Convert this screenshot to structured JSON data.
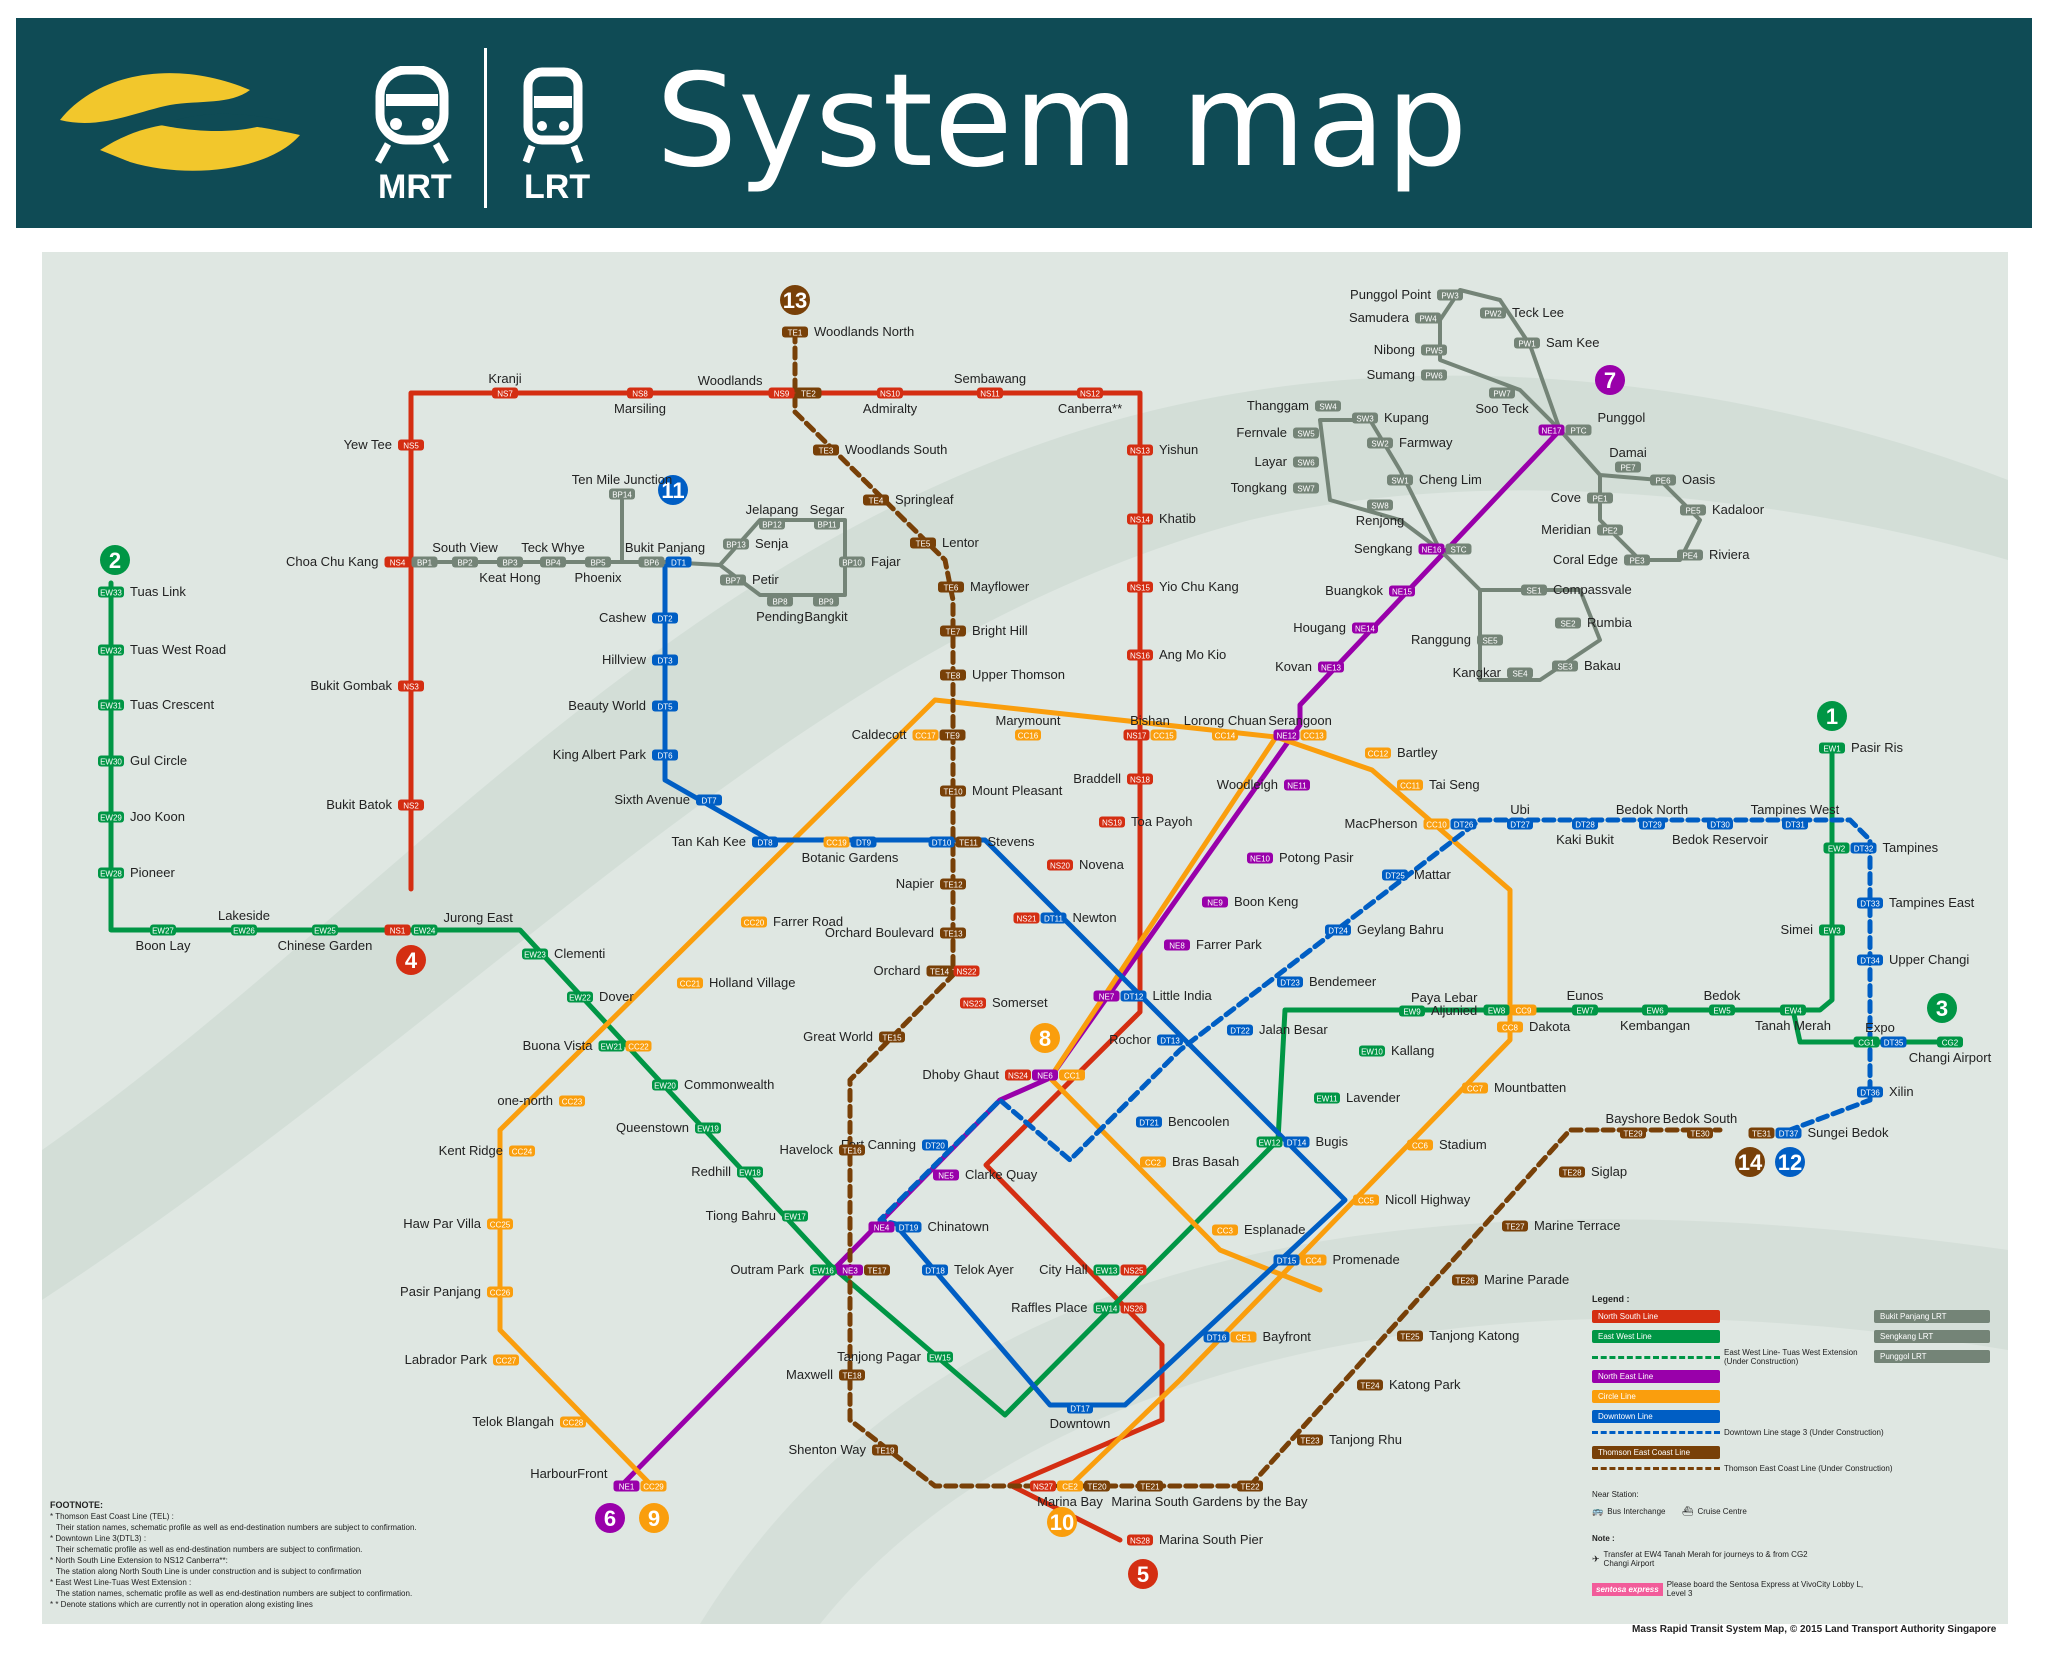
{
  "header": {
    "title": "System map",
    "mrt_label": "MRT",
    "lrt_label": "LRT",
    "logo_color": "#f2c72c",
    "bg_color": "#0f4b55"
  },
  "lines": {
    "NS": {
      "color": "#d42e12",
      "name": "North South Line"
    },
    "EW": {
      "color": "#009645",
      "name": "East West Line"
    },
    "NE": {
      "color": "#9900aa",
      "name": "North East Line"
    },
    "CC": {
      "color": "#fa9e0d",
      "name": "Circle Line"
    },
    "DT": {
      "color": "#005ec4",
      "name": "Downtown Line"
    },
    "TE": {
      "color": "#784008",
      "name": "Thomson East Coast Line"
    },
    "LRT": {
      "color": "#748477",
      "name": "LRT"
    }
  },
  "stations": [
    {
      "name": "Woodlands North",
      "codes": [
        "TE1"
      ]
    },
    {
      "name": "Kranji",
      "codes": [
        "NS7"
      ]
    },
    {
      "name": "Marsiling",
      "codes": [
        "NS8"
      ]
    },
    {
      "name": "Woodlands",
      "codes": [
        "NS9",
        "TE2"
      ]
    },
    {
      "name": "Admiralty",
      "codes": [
        "NS10"
      ]
    },
    {
      "name": "Sembawang",
      "codes": [
        "NS11"
      ]
    },
    {
      "name": "Canberra**",
      "codes": [
        "NS12"
      ]
    },
    {
      "name": "Yew Tee",
      "codes": [
        "NS5"
      ]
    },
    {
      "name": "Yishun",
      "codes": [
        "NS13"
      ]
    },
    {
      "name": "Woodlands South",
      "codes": [
        "TE3"
      ]
    },
    {
      "name": "Springleaf",
      "codes": [
        "TE4"
      ]
    },
    {
      "name": "Lentor",
      "codes": [
        "TE5"
      ]
    },
    {
      "name": "Mayflower",
      "codes": [
        "TE6"
      ]
    },
    {
      "name": "Bright Hill",
      "codes": [
        "TE7"
      ]
    },
    {
      "name": "Upper Thomson",
      "codes": [
        "TE8"
      ]
    },
    {
      "name": "Khatib",
      "codes": [
        "NS14"
      ]
    },
    {
      "name": "Yio Chu Kang",
      "codes": [
        "NS15"
      ]
    },
    {
      "name": "Ang Mo Kio",
      "codes": [
        "NS16"
      ]
    },
    {
      "name": "Choa Chu Kang",
      "codes": [
        "NS4",
        "BP1"
      ]
    },
    {
      "name": "Bukit Gombak",
      "codes": [
        "NS3"
      ]
    },
    {
      "name": "Bukit Batok",
      "codes": [
        "NS2"
      ]
    },
    {
      "name": "Jurong East",
      "codes": [
        "NS1",
        "EW24"
      ]
    },
    {
      "name": "Tuas Link",
      "codes": [
        "EW33"
      ]
    },
    {
      "name": "Tuas West Road",
      "codes": [
        "EW32"
      ]
    },
    {
      "name": "Tuas Crescent",
      "codes": [
        "EW31"
      ]
    },
    {
      "name": "Gul Circle",
      "codes": [
        "EW30"
      ]
    },
    {
      "name": "Joo Koon",
      "codes": [
        "EW29"
      ]
    },
    {
      "name": "Pioneer",
      "codes": [
        "EW28"
      ]
    },
    {
      "name": "Boon Lay",
      "codes": [
        "EW27"
      ]
    },
    {
      "name": "Lakeside",
      "codes": [
        "EW26"
      ]
    },
    {
      "name": "Chinese Garden",
      "codes": [
        "EW25"
      ]
    },
    {
      "name": "Clementi",
      "codes": [
        "EW23"
      ]
    },
    {
      "name": "Dover",
      "codes": [
        "EW22"
      ]
    },
    {
      "name": "Buona Vista",
      "codes": [
        "EW21",
        "CC22"
      ]
    },
    {
      "name": "Commonwealth",
      "codes": [
        "EW20"
      ]
    },
    {
      "name": "Queenstown",
      "codes": [
        "EW19"
      ]
    },
    {
      "name": "Redhill",
      "codes": [
        "EW18"
      ]
    },
    {
      "name": "Tiong Bahru",
      "codes": [
        "EW17"
      ]
    },
    {
      "name": "Outram Park",
      "codes": [
        "EW16",
        "NE3",
        "TE17"
      ]
    },
    {
      "name": "Tanjong Pagar",
      "codes": [
        "EW15"
      ]
    },
    {
      "name": "Raffles Place",
      "codes": [
        "EW14",
        "NS26"
      ]
    },
    {
      "name": "City Hall",
      "codes": [
        "EW13",
        "NS25"
      ]
    },
    {
      "name": "Bugis",
      "codes": [
        "EW12",
        "DT14"
      ]
    },
    {
      "name": "Lavender",
      "codes": [
        "EW11"
      ]
    },
    {
      "name": "Kallang",
      "codes": [
        "EW10"
      ]
    },
    {
      "name": "Aljunied",
      "codes": [
        "EW9"
      ]
    },
    {
      "name": "Paya Lebar",
      "codes": [
        "EW8",
        "CC9"
      ]
    },
    {
      "name": "Eunos",
      "codes": [
        "EW7"
      ]
    },
    {
      "name": "Kembangan",
      "codes": [
        "EW6"
      ]
    },
    {
      "name": "Bedok",
      "codes": [
        "EW5"
      ]
    },
    {
      "name": "Tanah Merah",
      "codes": [
        "EW4"
      ]
    },
    {
      "name": "Simei",
      "codes": [
        "EW3"
      ]
    },
    {
      "name": "Tampines",
      "codes": [
        "EW2",
        "DT32"
      ]
    },
    {
      "name": "Pasir Ris",
      "codes": [
        "EW1"
      ]
    },
    {
      "name": "Expo",
      "codes": [
        "CG1",
        "DT35"
      ]
    },
    {
      "name": "Changi Airport",
      "codes": [
        "CG2"
      ]
    },
    {
      "name": "Ten Mile Junction",
      "codes": [
        "BP14"
      ]
    },
    {
      "name": "Bukit Panjang",
      "codes": [
        "BP6",
        "DT1"
      ]
    },
    {
      "name": "Cashew",
      "codes": [
        "DT2"
      ]
    },
    {
      "name": "Hillview",
      "codes": [
        "DT3"
      ]
    },
    {
      "name": "Beauty World",
      "codes": [
        "DT5"
      ]
    },
    {
      "name": "King Albert Park",
      "codes": [
        "DT6"
      ]
    },
    {
      "name": "Sixth Avenue",
      "codes": [
        "DT7"
      ]
    },
    {
      "name": "Tan Kah Kee",
      "codes": [
        "DT8"
      ]
    },
    {
      "name": "Botanic Gardens",
      "codes": [
        "CC19",
        "DT9"
      ]
    },
    {
      "name": "Stevens",
      "codes": [
        "DT10",
        "TE11"
      ]
    },
    {
      "name": "Newton",
      "codes": [
        "NS21",
        "DT11"
      ]
    },
    {
      "name": "Little India",
      "codes": [
        "NE7",
        "DT12"
      ]
    },
    {
      "name": "Rochor",
      "codes": [
        "DT13"
      ]
    },
    {
      "name": "Promenade",
      "codes": [
        "DT15",
        "CC4"
      ]
    },
    {
      "name": "Bayfront",
      "codes": [
        "DT16",
        "CE1"
      ]
    },
    {
      "name": "Downtown",
      "codes": [
        "DT17"
      ]
    },
    {
      "name": "Telok Ayer",
      "codes": [
        "DT18"
      ]
    },
    {
      "name": "Chinatown",
      "codes": [
        "NE4",
        "DT19"
      ]
    },
    {
      "name": "Fort Canning",
      "codes": [
        "DT20"
      ]
    },
    {
      "name": "Bencoolen",
      "codes": [
        "DT21"
      ]
    },
    {
      "name": "Jalan Besar",
      "codes": [
        "DT22"
      ]
    },
    {
      "name": "Bendemeer",
      "codes": [
        "DT23"
      ]
    },
    {
      "name": "Geylang Bahru",
      "codes": [
        "DT24"
      ]
    },
    {
      "name": "Mattar",
      "codes": [
        "DT25"
      ]
    },
    {
      "name": "MacPherson",
      "codes": [
        "CC10",
        "DT26"
      ]
    },
    {
      "name": "Ubi",
      "codes": [
        "DT27"
      ]
    },
    {
      "name": "Kaki Bukit",
      "codes": [
        "DT28"
      ]
    },
    {
      "name": "Bedok North",
      "codes": [
        "DT29"
      ]
    },
    {
      "name": "Bedok Reservoir",
      "codes": [
        "DT30"
      ]
    },
    {
      "name": "Tampines West",
      "codes": [
        "DT31"
      ]
    },
    {
      "name": "Tampines East",
      "codes": [
        "DT33"
      ]
    },
    {
      "name": "Upper Changi",
      "codes": [
        "DT34"
      ]
    },
    {
      "name": "Xilin",
      "codes": [
        "DT36"
      ]
    },
    {
      "name": "Sungei Bedok",
      "codes": [
        "TE31",
        "DT37"
      ]
    },
    {
      "name": "Bedok South",
      "codes": [
        "TE30"
      ]
    },
    {
      "name": "Bayshore",
      "codes": [
        "TE29"
      ]
    },
    {
      "name": "Siglap",
      "codes": [
        "TE28"
      ]
    },
    {
      "name": "Marine Terrace",
      "codes": [
        "TE27"
      ]
    },
    {
      "name": "Marine Parade",
      "codes": [
        "TE26"
      ]
    },
    {
      "name": "Tanjong Katong",
      "codes": [
        "TE25"
      ]
    },
    {
      "name": "Katong Park",
      "codes": [
        "TE24"
      ]
    },
    {
      "name": "Tanjong Rhu",
      "codes": [
        "TE23"
      ]
    },
    {
      "name": "Gardens by the Bay",
      "codes": [
        "TE22"
      ]
    },
    {
      "name": "Marina South",
      "codes": [
        "TE21"
      ]
    },
    {
      "name": "Marina Bay",
      "codes": [
        "NS27",
        "CE2",
        "TE20"
      ]
    },
    {
      "name": "Marina South Pier",
      "codes": [
        "NS28"
      ]
    },
    {
      "name": "Shenton Way",
      "codes": [
        "TE19"
      ]
    },
    {
      "name": "Maxwell",
      "codes": [
        "TE18"
      ]
    },
    {
      "name": "Havelock",
      "codes": [
        "TE16"
      ]
    },
    {
      "name": "Great World",
      "codes": [
        "TE15"
      ]
    },
    {
      "name": "Orchard",
      "codes": [
        "TE14",
        "NS22"
      ]
    },
    {
      "name": "Orchard Boulevard",
      "codes": [
        "TE13"
      ]
    },
    {
      "name": "Napier",
      "codes": [
        "TE12"
      ]
    },
    {
      "name": "Mount Pleasant",
      "codes": [
        "TE10"
      ]
    },
    {
      "name": "Caldecott",
      "codes": [
        "CC17",
        "TE9"
      ]
    },
    {
      "name": "Marymount",
      "codes": [
        "CC16"
      ]
    },
    {
      "name": "Bishan",
      "codes": [
        "NS17",
        "CC15"
      ]
    },
    {
      "name": "Lorong Chuan",
      "codes": [
        "CC14"
      ]
    },
    {
      "name": "Serangoon",
      "codes": [
        "NE12",
        "CC13"
      ]
    },
    {
      "name": "Bartley",
      "codes": [
        "CC12"
      ]
    },
    {
      "name": "Tai Seng",
      "codes": [
        "CC11"
      ]
    },
    {
      "name": "Dakota",
      "codes": [
        "CC8"
      ]
    },
    {
      "name": "Mountbatten",
      "codes": [
        "CC7"
      ]
    },
    {
      "name": "Stadium",
      "codes": [
        "CC6"
      ]
    },
    {
      "name": "Nicoll Highway",
      "codes": [
        "CC5"
      ]
    },
    {
      "name": "Esplanade",
      "codes": [
        "CC3"
      ]
    },
    {
      "name": "Bras Basah",
      "codes": [
        "CC2"
      ]
    },
    {
      "name": "Dhoby Ghaut",
      "codes": [
        "NS24",
        "NE6",
        "CC1"
      ]
    },
    {
      "name": "Somerset",
      "codes": [
        "NS23"
      ]
    },
    {
      "name": "Novena",
      "codes": [
        "NS20"
      ]
    },
    {
      "name": "Toa Payoh",
      "codes": [
        "NS19"
      ]
    },
    {
      "name": "Braddell",
      "codes": [
        "NS18"
      ]
    },
    {
      "name": "Farrer Road",
      "codes": [
        "CC20"
      ]
    },
    {
      "name": "Holland Village",
      "codes": [
        "CC21"
      ]
    },
    {
      "name": "one-north",
      "codes": [
        "CC23"
      ]
    },
    {
      "name": "Kent Ridge",
      "codes": [
        "CC24"
      ]
    },
    {
      "name": "Haw Par Villa",
      "codes": [
        "CC25"
      ]
    },
    {
      "name": "Pasir Panjang",
      "codes": [
        "CC26"
      ]
    },
    {
      "name": "Labrador Park",
      "codes": [
        "CC27"
      ]
    },
    {
      "name": "Telok Blangah",
      "codes": [
        "CC28"
      ]
    },
    {
      "name": "HarbourFront",
      "codes": [
        "NE1",
        "CC29"
      ]
    },
    {
      "name": "Clarke Quay",
      "codes": [
        "NE5"
      ]
    },
    {
      "name": "Farrer Park",
      "codes": [
        "NE8"
      ]
    },
    {
      "name": "Boon Keng",
      "codes": [
        "NE9"
      ]
    },
    {
      "name": "Potong Pasir",
      "codes": [
        "NE10"
      ]
    },
    {
      "name": "Woodleigh",
      "codes": [
        "NE11"
      ]
    },
    {
      "name": "Kovan",
      "codes": [
        "NE13"
      ]
    },
    {
      "name": "Hougang",
      "codes": [
        "NE14"
      ]
    },
    {
      "name": "Buangkok",
      "codes": [
        "NE15"
      ]
    },
    {
      "name": "Sengkang",
      "codes": [
        "NE16",
        "STC"
      ]
    },
    {
      "name": "Punggol",
      "codes": [
        "NE17",
        "PTC"
      ]
    },
    {
      "name": "South View",
      "codes": [
        "BP2"
      ]
    },
    {
      "name": "Keat Hong",
      "codes": [
        "BP3"
      ]
    },
    {
      "name": "Teck Whye",
      "codes": [
        "BP4"
      ]
    },
    {
      "name": "Phoenix",
      "codes": [
        "BP5"
      ]
    },
    {
      "name": "Senja",
      "codes": [
        "BP13"
      ]
    },
    {
      "name": "Jelapang",
      "codes": [
        "BP12"
      ]
    },
    {
      "name": "Segar",
      "codes": [
        "BP11"
      ]
    },
    {
      "name": "Fajar",
      "codes": [
        "BP10"
      ]
    },
    {
      "name": "Bangkit",
      "codes": [
        "BP9"
      ]
    },
    {
      "name": "Pending",
      "codes": [
        "BP8"
      ]
    },
    {
      "name": "Petir",
      "codes": [
        "BP7"
      ]
    },
    {
      "name": "Thanggam",
      "codes": [
        "SW4"
      ]
    },
    {
      "name": "Fernvale",
      "codes": [
        "SW5"
      ]
    },
    {
      "name": "Layar",
      "codes": [
        "SW6"
      ]
    },
    {
      "name": "Tongkang",
      "codes": [
        "SW7"
      ]
    },
    {
      "name": "Renjong",
      "codes": [
        "SW8"
      ]
    },
    {
      "name": "Cheng Lim",
      "codes": [
        "SW1"
      ]
    },
    {
      "name": "Farmway",
      "codes": [
        "SW2"
      ]
    },
    {
      "name": "Kupang",
      "codes": [
        "SW3"
      ]
    },
    {
      "name": "Compassvale",
      "codes": [
        "SE1"
      ]
    },
    {
      "name": "Rumbia",
      "codes": [
        "SE2"
      ]
    },
    {
      "name": "Bakau",
      "codes": [
        "SE3"
      ]
    },
    {
      "name": "Kangkar",
      "codes": [
        "SE4"
      ]
    },
    {
      "name": "Ranggung",
      "codes": [
        "SE5"
      ]
    },
    {
      "name": "Punggol Point",
      "codes": [
        "PW3"
      ]
    },
    {
      "name": "Samudera",
      "codes": [
        "PW4"
      ]
    },
    {
      "name": "Nibong",
      "codes": [
        "PW5"
      ]
    },
    {
      "name": "Sumang",
      "codes": [
        "PW6"
      ]
    },
    {
      "name": "Soo Teck",
      "codes": [
        "PW7"
      ]
    },
    {
      "name": "Sam Kee",
      "codes": [
        "PW1"
      ]
    },
    {
      "name": "Teck Lee",
      "codes": [
        "PW2"
      ]
    },
    {
      "name": "Damai",
      "codes": [
        "PE7"
      ]
    },
    {
      "name": "Oasis",
      "codes": [
        "PE6"
      ]
    },
    {
      "name": "Kadaloor",
      "codes": [
        "PE5"
      ]
    },
    {
      "name": "Riviera",
      "codes": [
        "PE4"
      ]
    },
    {
      "name": "Coral Edge",
      "codes": [
        "PE3"
      ]
    },
    {
      "name": "Meridian",
      "codes": [
        "PE2"
      ]
    },
    {
      "name": "Cove",
      "codes": [
        "PE1"
      ]
    }
  ],
  "line_numbers": [
    "1",
    "2",
    "3",
    "4",
    "5",
    "6",
    "7",
    "8",
    "9",
    "10",
    "11",
    "12",
    "13",
    "14"
  ],
  "footnote": {
    "title": "FOOTNOTE:",
    "items": [
      {
        "head": "* Thomson East Coast Line (TEL) :",
        "body": "Their station names, schematic profile as well as end-destination numbers are subject to confirmation."
      },
      {
        "head": "* Downtown Line 3(DTL3) :",
        "body": "Their schematic profile as well as end-destination numbers are subject to confirmation."
      },
      {
        "head": "* North South Line Extension to NS12 Canberra**:",
        "body": "The station along North South Line is under construction and is subject to confirmation"
      },
      {
        "head": "* East West Line-Tuas West Extension :",
        "body": "The station names, schematic profile as well as end-destination numbers are subject to confirmation."
      },
      {
        "head": "* * Denote stations which are currently not in operation along existing lines",
        "body": ""
      }
    ]
  },
  "legend": {
    "title": "Legend :",
    "north_south": "North South Line",
    "east_west": "East West Line",
    "ew_tuas_note": "East West Line- Tuas West Extension (Under Construction)",
    "north_east": "North East Line",
    "circle": "Circle Line",
    "downtown": "Downtown Line",
    "downtown_note": "Downtown Line stage 3 (Under Construction)",
    "tel": "Thomson East Coast Line",
    "tel_note": "Thomson East Coast Line (Under Construction)",
    "lrt_bp": "Bukit Panjang LRT",
    "lrt_sk": "Sengkang LRT",
    "lrt_pg": "Punggol LRT",
    "near_station": "Near Station:",
    "bus": "Bus Interchange",
    "cruise": "Cruise Centre",
    "note": "Note :",
    "transfer": "Transfer at EW4 Tanah Merah for journeys to & from CG2 Changi Airport",
    "sentosa": "Please board the Sentosa Express at VivoCity Lobby L, Level 3",
    "sentosa_brand": "sentosa express"
  },
  "credit": "Mass Rapid Transit System Map, © 2015 Land Transport Authority Singapore"
}
